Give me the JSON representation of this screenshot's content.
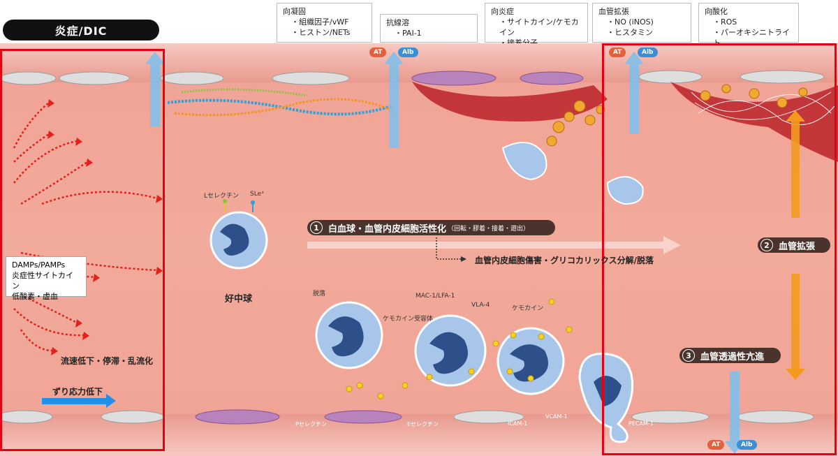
{
  "title": "炎症/DIC",
  "boxes": [
    {
      "heading": "向凝固",
      "items": [
        "組織因子/vWF",
        "ヒストン/NETs"
      ]
    },
    {
      "heading": "抗線溶",
      "items": [
        "PAI-1"
      ]
    },
    {
      "heading": "向炎症",
      "items": [
        "サイトカイン/ケモカイン",
        "接着分子"
      ]
    },
    {
      "heading": "血管拡張",
      "items": [
        "NO (iNOS)",
        "ヒスタミン"
      ]
    },
    {
      "heading": "向酸化",
      "items": [
        "ROS",
        "パーオキシニトライト"
      ]
    }
  ],
  "left_panel": {
    "damps_lines": [
      "DAMPs/PAMPs",
      "炎症性サイトカイン",
      "低酸素・虚血"
    ],
    "flow_label": "流速低下・停滞・乱流化",
    "shear_label": "ずり応力低下"
  },
  "cells": {
    "neutrophil_label": "好中球",
    "l_selectin": "Lセレクチン",
    "sle": "SLeˣ",
    "detach": "脱落",
    "mac1": "MAC-1/LFA-1",
    "vla4": "VLA-4",
    "chemokine": "ケモカイン",
    "chemokine_receptor": "ケモカイン受容体"
  },
  "surface_labels": [
    "Pセレクチン",
    "Eセレクチン",
    "ICAM-1",
    "VCAM-1",
    "PECAM-1"
  ],
  "steps": {
    "s1_num": "1",
    "s1_title": "白血球・血管内皮細胞活性化",
    "s1_sub": "（回転・膠着・接着・遊出）",
    "s1_result": "血管内皮細胞傷害・グリコカリックス分解/脱落",
    "s2_num": "2",
    "s2_title": "血管拡張",
    "s3_num": "3",
    "s3_title": "血管透過性亢進"
  },
  "pills": {
    "at": "AT",
    "alb": "Alb"
  },
  "colors": {
    "frame": "#e60012",
    "arrow_blue": "#1e90e8",
    "arrow_orange": "#f39a1e",
    "dot_red": "#e3211b",
    "cell_blue": "#a7c6ea",
    "nucleus": "#2d4f8a"
  }
}
